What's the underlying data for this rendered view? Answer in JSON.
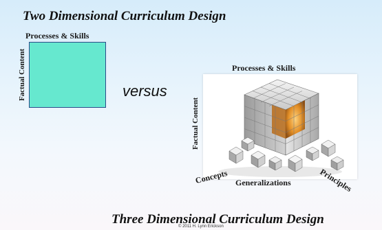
{
  "top_title": "Two Dimensional Curriculum Design",
  "bottom_title": "Three Dimensional Curriculum Design",
  "copyright": "© 2011 H. Lynn Erickson",
  "left_diagram": {
    "top_label": "Processes & Skills",
    "side_label": "Factual Content",
    "fill_color": "#66e8cf"
  },
  "versus": "versus",
  "right_diagram": {
    "top_label": "Processes & Skills",
    "side_label": "Factual Content",
    "bottom_labels": {
      "concepts": "Concepts",
      "generalizations": "Generalizations",
      "principles": "Principles"
    },
    "image": "metallic-cube-of-blocks"
  }
}
